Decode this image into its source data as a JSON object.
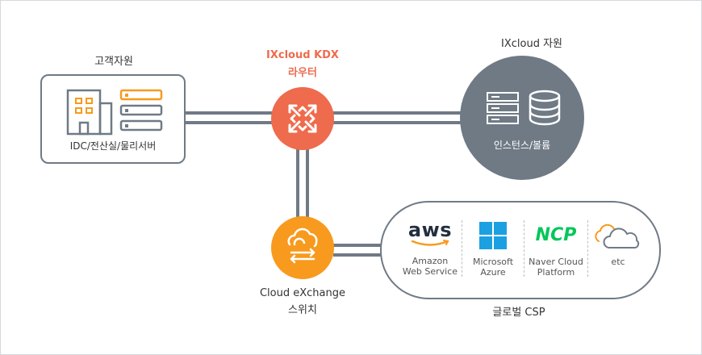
{
  "customer": {
    "title": "고객자원",
    "caption": "IDC/전산실/물리서버"
  },
  "router": {
    "title_line1": "IXcloud KDX",
    "title_line2": "라우터",
    "color": "#ee6b4d"
  },
  "ixcloud": {
    "title": "IXcloud 자원",
    "caption": "인스턴스/볼륨",
    "color": "#6f7a85"
  },
  "switch": {
    "title_line1": "Cloud eXchange",
    "title_line2": "스위치",
    "color": "#f79a1e"
  },
  "csp": {
    "title": "글로벌 CSP",
    "providers": [
      {
        "logo": "aws",
        "line1": "Amazon",
        "line2": "Web Service",
        "icon": "aws-logo"
      },
      {
        "logo": "",
        "line1": "Microsoft",
        "line2": "Azure",
        "icon": "windows-logo"
      },
      {
        "logo": "NCP",
        "line1": "Naver Cloud",
        "line2": "Platform",
        "icon": "ncp-logo"
      },
      {
        "logo": "",
        "line1": "etc",
        "line2": "",
        "icon": "cloud-icon"
      }
    ]
  },
  "colors": {
    "line": "#6f7a85",
    "border": "#6f7a85",
    "accent_orange": "#f79a1e",
    "azure_blue": "#1ba1e2",
    "ncp_green": "#03c75a"
  }
}
